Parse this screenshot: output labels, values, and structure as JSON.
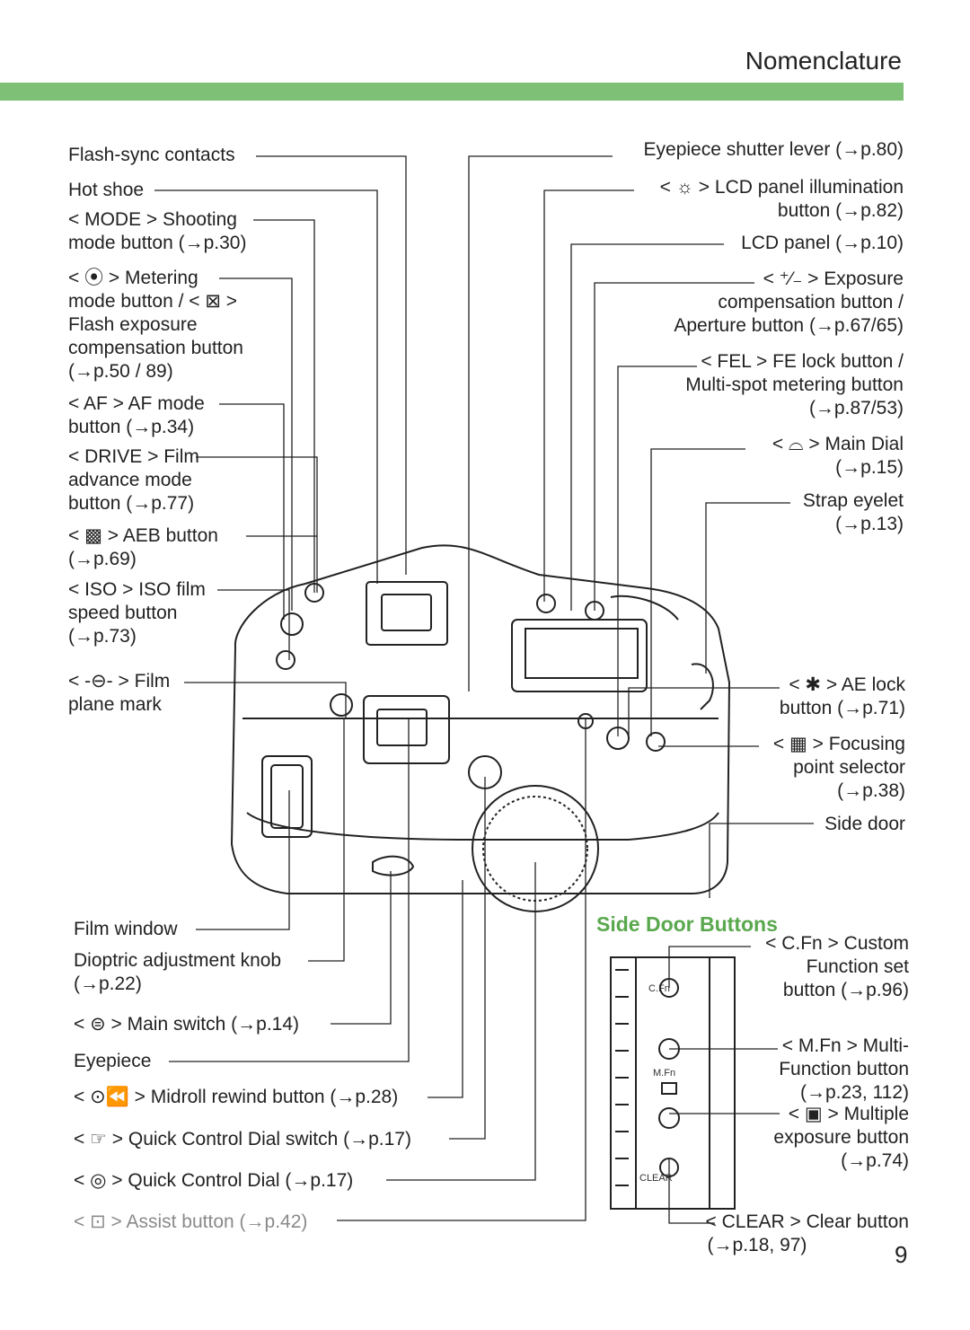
{
  "header": {
    "title": "Nomenclature",
    "accent_color": "#7dc076"
  },
  "left_labels": [
    [
      "Flash-sync contacts"
    ],
    [
      "Hot shoe"
    ],
    [
      "< MODE > Shooting",
      "mode button (→p.30)"
    ],
    [
      "< ⦿ > Metering",
      "mode button / < ⊠ >",
      "Flash exposure",
      "compensation button",
      "(→p.50 / 89)"
    ],
    [
      "< AF > AF mode",
      "button (→p.34)"
    ],
    [
      "< DRIVE > Film",
      "advance mode",
      "button (→p.77)"
    ],
    [
      "< ▩ > AEB button",
      "(→p.69)"
    ],
    [
      "< ISO > ISO film",
      "speed button",
      "(→p.73)"
    ],
    [
      "< -⊖- > Film",
      "plane mark"
    ]
  ],
  "right_labels": [
    [
      "Eyepiece shutter lever (→p.80)"
    ],
    [
      "< ☼ > LCD panel illumination",
      "button (→p.82)"
    ],
    [
      "LCD panel (→p.10)"
    ],
    [
      "< ⁺⁄₋ > Exposure",
      "compensation button /",
      "Aperture button (→p.67/65)"
    ],
    [
      "< FEL > FE lock button /",
      "Multi-spot metering button",
      "(→p.87/53)"
    ],
    [
      "< ⌓ > Main Dial",
      "(→p.15)"
    ],
    [
      "Strap eyelet",
      "(→p.13)"
    ],
    [
      "< ✱ > AE lock",
      "button (→p.71)"
    ],
    [
      "< ▦ > Focusing",
      "point selector",
      "(→p.38)"
    ],
    [
      "Side door"
    ]
  ],
  "bottom_labels": [
    [
      "Film window"
    ],
    [
      "Dioptric adjustment knob",
      "(→p.22)"
    ],
    [
      "< ⊜ > Main switch (→p.14)"
    ],
    [
      "Eyepiece"
    ],
    [
      "< ⊙⏪ > Midroll rewind button (→p.28)"
    ],
    [
      "< ☞ > Quick Control Dial switch (→p.17)"
    ],
    [
      "< ◎ > Quick Control Dial (→p.17)"
    ],
    [
      "< ⊡ > Assist button (→p.42)"
    ]
  ],
  "side_door": {
    "title": "Side Door Buttons",
    "labels": [
      [
        "< C.Fn > Custom",
        "Function set",
        "button (→p.96)"
      ],
      [
        "< M.Fn > Multi-",
        "Function button",
        "(→p.23, 112)"
      ],
      [
        "< ▣ > Multiple",
        "exposure button",
        "(→p.74)"
      ],
      [
        "< CLEAR > Clear button",
        "(→p.18, 97)"
      ]
    ],
    "panel_text": {
      "cfn": "C.Fn",
      "mfn": "M.Fn",
      "clear": "CLEAR"
    }
  },
  "page_number": "9"
}
